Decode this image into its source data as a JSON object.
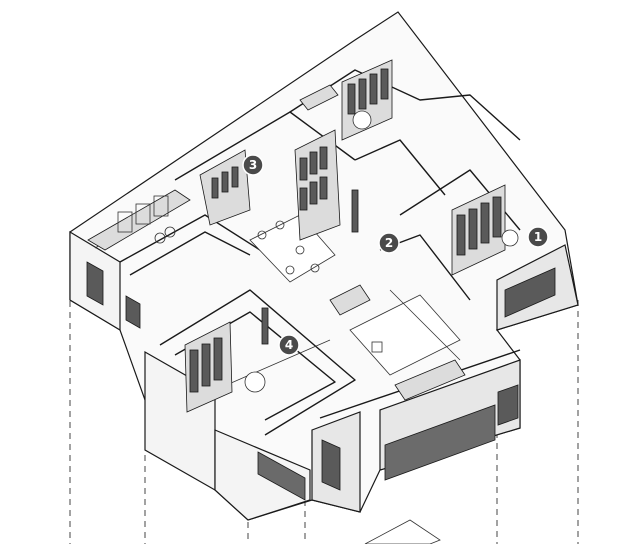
{
  "markers": [
    {
      "id": "marker-1",
      "label": "1"
    },
    {
      "id": "marker-2",
      "label": "2"
    },
    {
      "id": "marker-3",
      "label": "3"
    },
    {
      "id": "marker-4",
      "label": "4"
    }
  ]
}
